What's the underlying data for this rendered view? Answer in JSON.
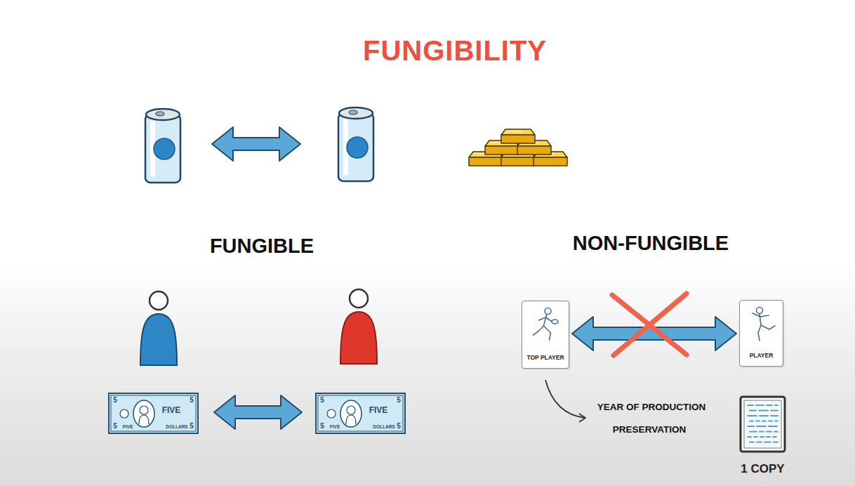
{
  "diagram": {
    "title": "FUNGIBILITY",
    "nodes": [
      {
        "text": [
          "TOP PLAYER"
        ]
      },
      {
        "text": [
          "PLAYER"
        ]
      },
      {
        "text": [
          "1 COPY"
        ]
      }
    ],
    "edges": [
      {
        "from": 0,
        "to": 1,
        "arrow": "both"
      }
    ],
    "labels": [
      "FUNGIBLE",
      "NON-FUNGIBLE",
      "5",
      "5",
      "FIVE",
      "5",
      "FIVE",
      "DOLLARS",
      "5",
      "5",
      "5",
      "FIVE",
      "5",
      "FIVE",
      "DOLLARS",
      "5",
      "YEAR OF PRODUCTION",
      "PRESERVATION"
    ]
  }
}
